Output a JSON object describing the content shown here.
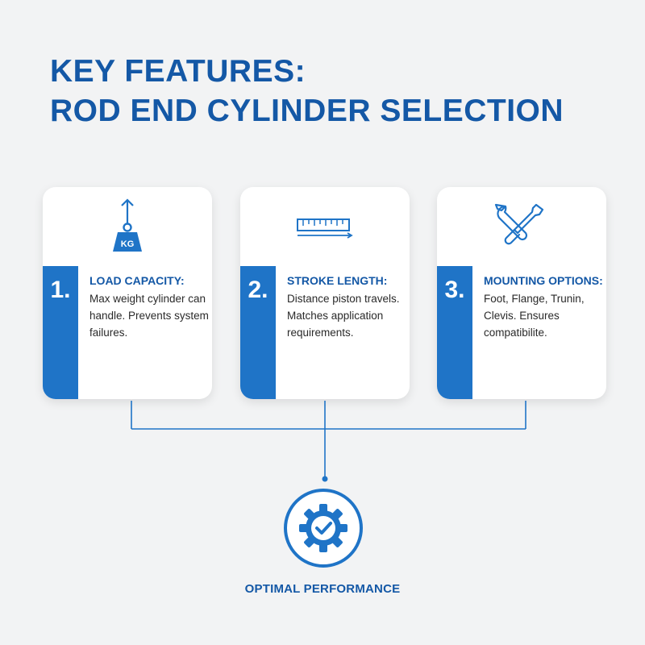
{
  "title": {
    "line1": "KEY FEATURES:",
    "line2": "ROD END CYLINDER SELECTION"
  },
  "cards": [
    {
      "number": "1.",
      "heading": "LOAD CAPACITY:",
      "description": "Max weight cylinder can handle. Prevents system failures.",
      "icon": "weight-kg-icon",
      "icon_text": "KG"
    },
    {
      "number": "2.",
      "heading": "STROKE LENGTH:",
      "description": "Distance piston travels. Matches application requirements.",
      "icon": "ruler-icon"
    },
    {
      "number": "3.",
      "heading": "MOUNTING OPTIONS:",
      "description": "Foot, Flange, Trunin, Clevis. Ensures compatibilite.",
      "icon": "wrench-screwdriver-icon"
    }
  ],
  "result": {
    "label": "OPTIMAL PERFORMANCE",
    "icon": "gear-check-icon"
  },
  "colors": {
    "accent": "#1f74c7",
    "title": "#1458a6",
    "background": "#f2f3f4",
    "card": "#ffffff"
  }
}
